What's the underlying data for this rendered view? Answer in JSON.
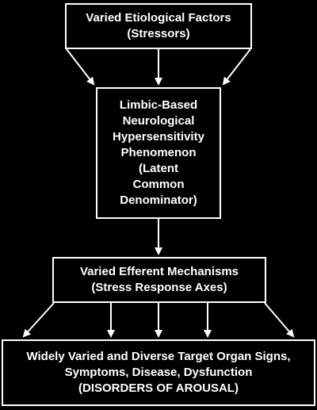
{
  "nodes": {
    "stressors": {
      "lines": [
        "Varied Etiological Factors",
        "(Stressors)"
      ]
    },
    "limbic": {
      "lines": [
        "Limbic-Based",
        "Neurological",
        "Hypersensitivity",
        "Phenomenon",
        "(Latent",
        "Common",
        "Denominator)"
      ]
    },
    "efferent": {
      "lines": [
        "Varied Efferent Mechanisms",
        "(Stress Response Axes)"
      ]
    },
    "target": {
      "lines": [
        "Widely Varied and Diverse Target Organ Signs,",
        "Symptoms, Disease, Dysfunction",
        "(DISORDERS OF AROUSAL)"
      ]
    }
  },
  "colors": {
    "background": "#000000",
    "foreground": "#ffffff"
  }
}
